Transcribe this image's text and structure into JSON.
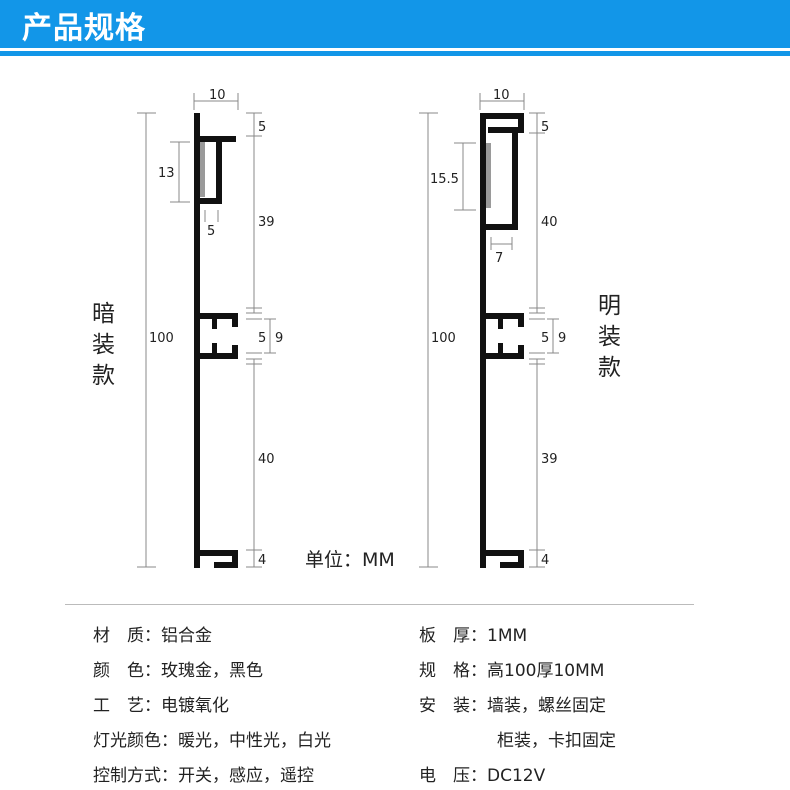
{
  "header": {
    "title": "产品规格",
    "accent_color": "#1296e8"
  },
  "unit_label": "单位：MM",
  "diagrams": [
    {
      "name": "暗装款",
      "label_chars": [
        "暗",
        "装",
        "款"
      ],
      "dims": {
        "top_width": "10",
        "top_lip": "5",
        "slot_depth": "13",
        "slot_gap": "5",
        "upper_span": "39",
        "total_height": "100",
        "clip_inner": "5",
        "clip_outer": "9",
        "lower_span": "40",
        "bottom_lip": "4"
      }
    },
    {
      "name": "明装款",
      "label_chars": [
        "明",
        "装",
        "款"
      ],
      "dims": {
        "top_width": "10",
        "top_lip": "5",
        "slot_depth": "15.5",
        "slot_gap": "7",
        "upper_span": "40",
        "total_height": "100",
        "clip_inner": "5",
        "clip_outer": "9",
        "lower_span": "39",
        "bottom_lip": "4"
      }
    }
  ],
  "specs": {
    "left": [
      {
        "label": "材　质：",
        "value": "铝合金"
      },
      {
        "label": "颜　色：",
        "value": "玫瑰金，黑色"
      },
      {
        "label": "工　艺：",
        "value": "电镀氧化"
      },
      {
        "label": "灯光颜色：",
        "value": "暖光，中性光，白光"
      },
      {
        "label": "控制方式：",
        "value": "开关，感应，遥控"
      }
    ],
    "right": [
      {
        "label": "板　厚：",
        "value": "1MM"
      },
      {
        "label": "规　格：",
        "value": "高100厚10MM"
      },
      {
        "label": "安　装：",
        "value": "墙装，螺丝固定"
      },
      {
        "label": "",
        "value": "柜装，卡扣固定"
      },
      {
        "label": "电　压：",
        "value": "DC12V"
      }
    ]
  }
}
